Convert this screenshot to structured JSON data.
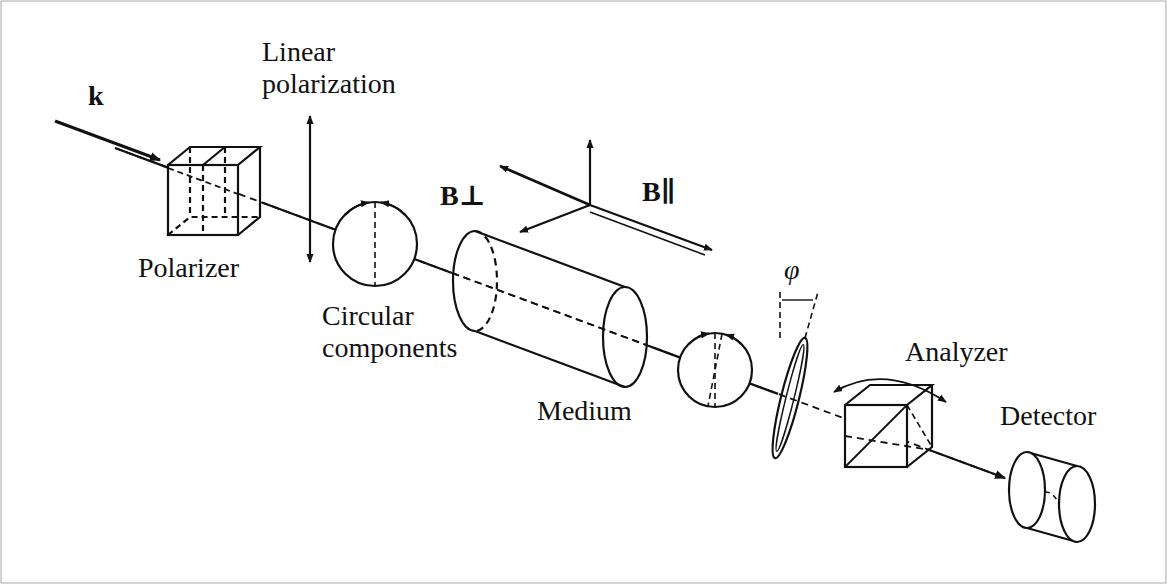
{
  "diagram": {
    "labels": [
      "k",
      "Linear polarization",
      "Polarizer",
      "Circular components",
      "B⊥",
      "B∥",
      "Medium",
      "φ",
      "Analyzer",
      "Detector"
    ]
  }
}
